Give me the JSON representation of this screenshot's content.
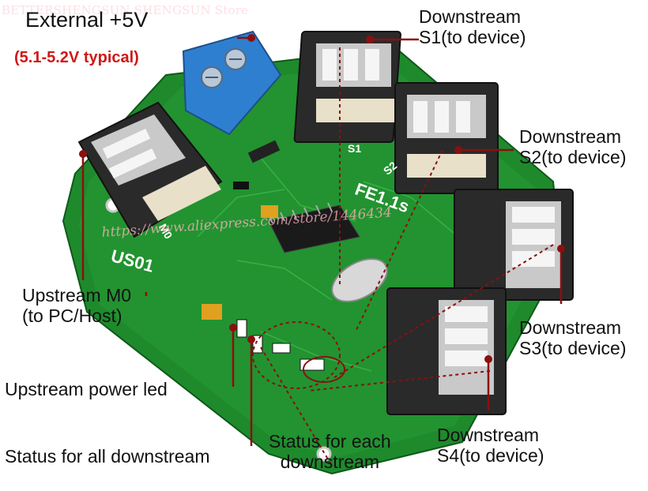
{
  "watermark": "BETTERSHENGSUN SHENGSUN Store",
  "url_watermark": "https://www.aliexpress.com/store/1446434",
  "power": {
    "title": "External +5V",
    "typical": "(5.1-5.2V typical)"
  },
  "labels": {
    "s1": "Downstream\nS1(to device)",
    "s2": "Downstream\nS2(to device)",
    "s3": "Downstream\nS3(to device)",
    "s4": "Downstream\nS4(to device)",
    "m0": "Upstream M0\n(to PC/Host)",
    "upstream_led": "Upstream power led",
    "status_all": "Status for all downstream",
    "status_each": "Status for each\ndownstream"
  },
  "board_marks": {
    "model": "FE1.1s",
    "name": "US01",
    "m0": "M0",
    "s1": "S1",
    "s2": "S2"
  },
  "colors": {
    "pcb": "#1f8a2c",
    "terminal": "#2f7fd0",
    "pointer": "#8a1010",
    "accent_red": "#d01818"
  }
}
